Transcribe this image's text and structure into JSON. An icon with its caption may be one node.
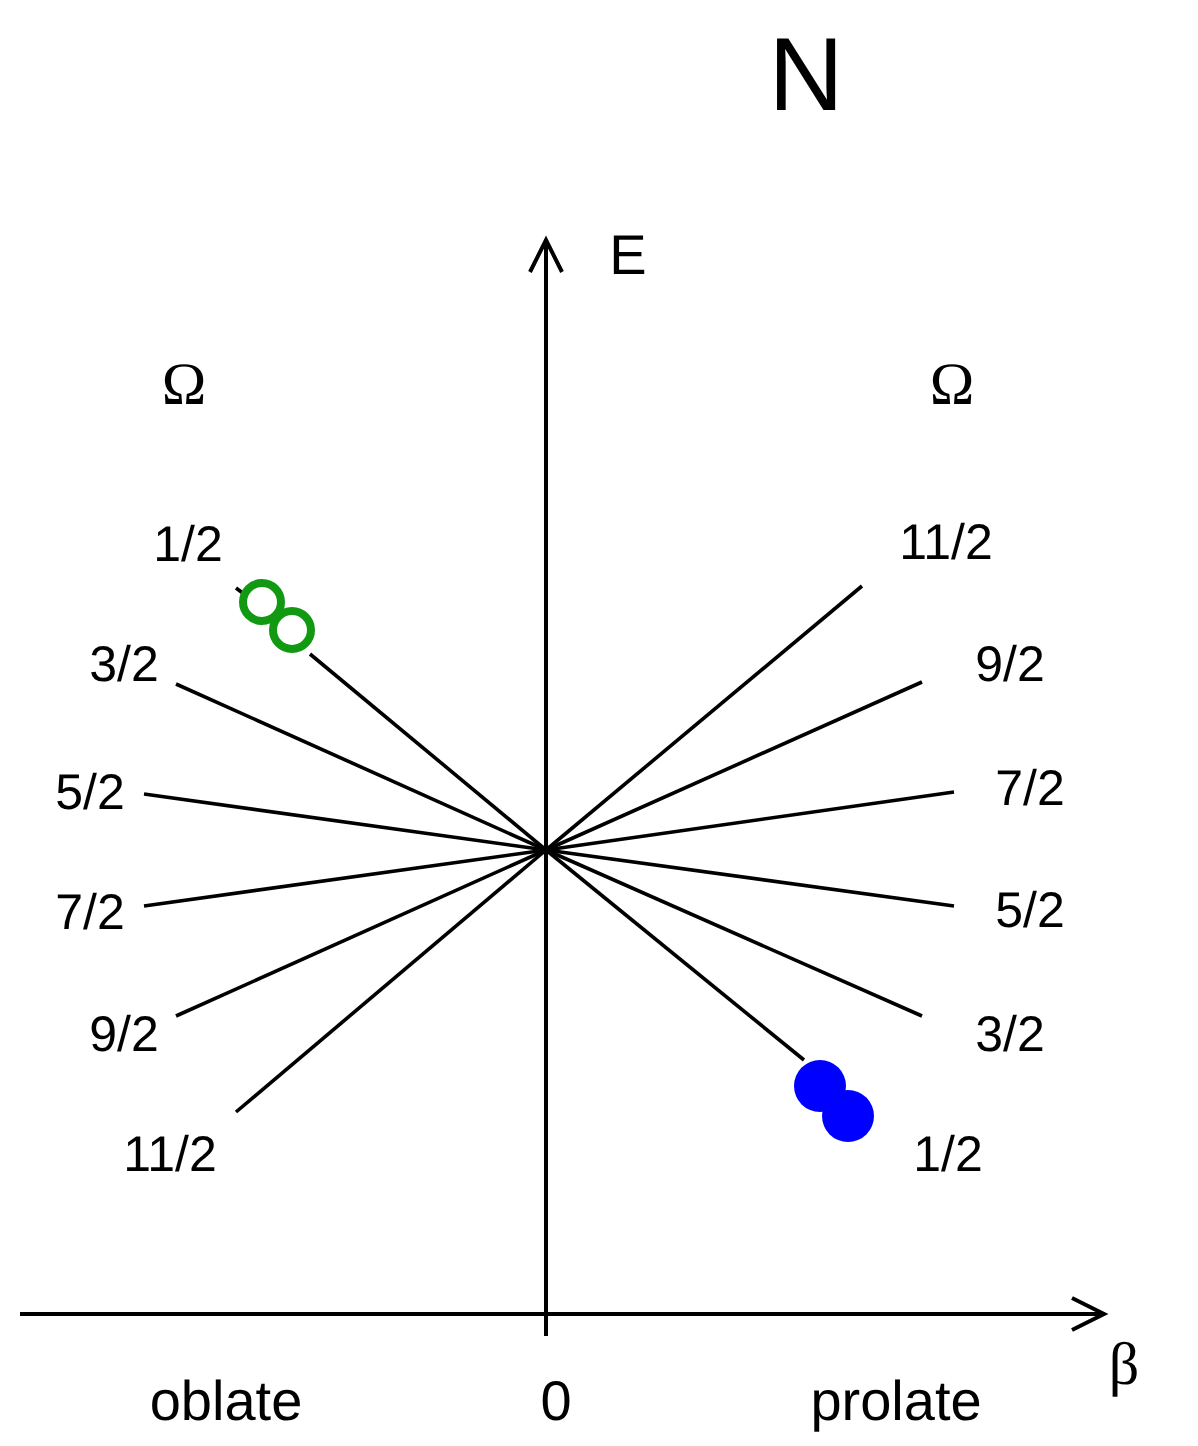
{
  "diagram": {
    "title": "N",
    "labels": [
      "E",
      "Ω",
      "Ω",
      "1/2",
      "3/2",
      "5/2",
      "7/2",
      "9/2",
      "11/2",
      "11/2",
      "9/2",
      "7/2",
      "5/2",
      "3/2",
      "1/2",
      "β",
      "oblate",
      "0",
      "prolate"
    ]
  }
}
